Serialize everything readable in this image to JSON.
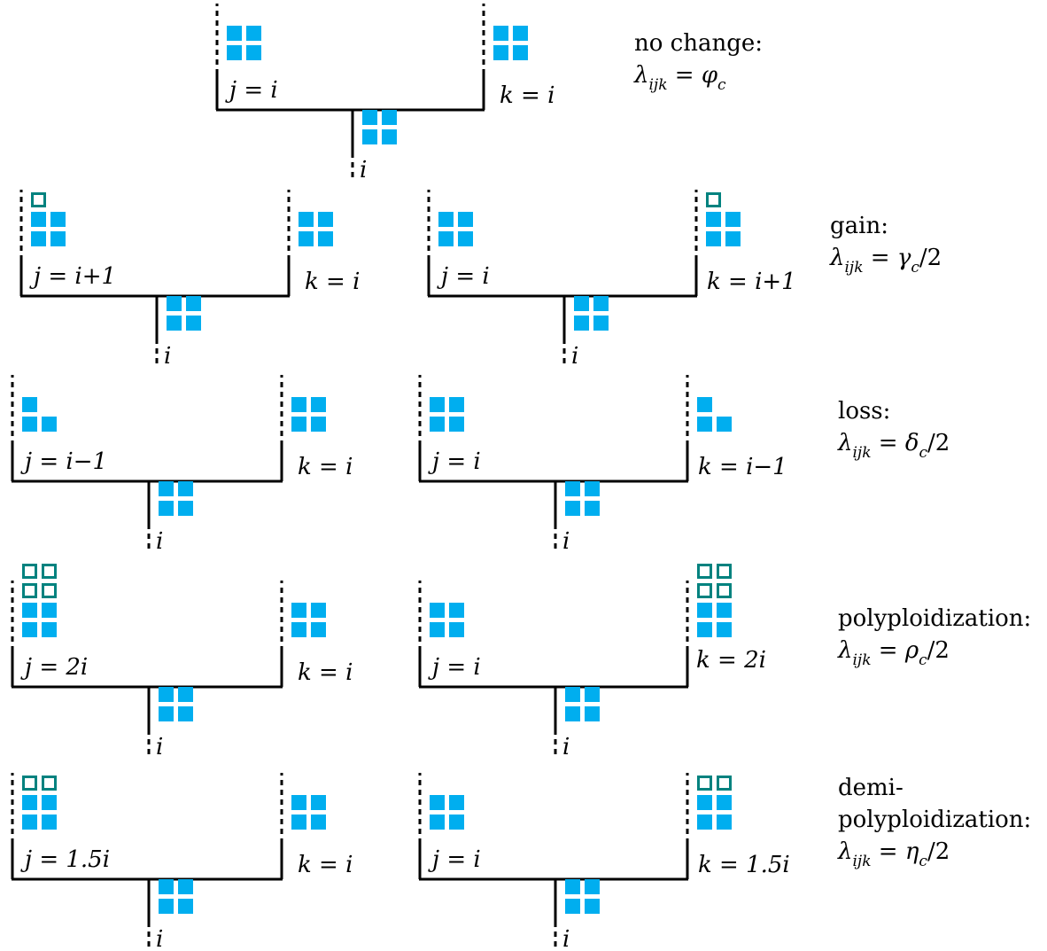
{
  "colors": {
    "chromosome": "#00AEEF",
    "added": "#00827F",
    "branch": "#000000"
  },
  "rows": [
    {
      "name": "no-change",
      "title_lines": [
        "no change:"
      ],
      "rate_lhs": "λ",
      "rate_sub": "ijk",
      "rate_rhs": " = φ",
      "rate_rhs_sub": "c",
      "rate_tail": "",
      "trees": [
        {
          "j_label": "j = i",
          "k_label": "k = i",
          "i_label": "i",
          "j_filled": 4,
          "j_added": 0,
          "k_filled": 4,
          "k_added": 0
        }
      ]
    },
    {
      "name": "gain",
      "title_lines": [
        "gain:"
      ],
      "rate_lhs": "λ",
      "rate_sub": "ijk",
      "rate_rhs": " = γ",
      "rate_rhs_sub": "c",
      "rate_tail": "/2",
      "trees": [
        {
          "j_label": "j = i+1",
          "k_label": "k = i",
          "i_label": "i",
          "j_filled": 4,
          "j_added": 1,
          "k_filled": 4,
          "k_added": 0
        },
        {
          "j_label": "j = i",
          "k_label": "k = i+1",
          "i_label": "i",
          "j_filled": 4,
          "j_added": 0,
          "k_filled": 4,
          "k_added": 1
        }
      ]
    },
    {
      "name": "loss",
      "title_lines": [
        "loss:"
      ],
      "rate_lhs": "λ",
      "rate_sub": "ijk",
      "rate_rhs": " = δ",
      "rate_rhs_sub": "c",
      "rate_tail": "/2",
      "trees": [
        {
          "j_label": "j = i−1",
          "k_label": "k = i",
          "i_label": "i",
          "j_filled": 3,
          "j_added": 0,
          "k_filled": 4,
          "k_added": 0
        },
        {
          "j_label": "j = i",
          "k_label": "k = i−1",
          "i_label": "i",
          "j_filled": 4,
          "j_added": 0,
          "k_filled": 3,
          "k_added": 0
        }
      ]
    },
    {
      "name": "polyploidization",
      "title_lines": [
        "polyploidization:"
      ],
      "rate_lhs": "λ",
      "rate_sub": "ijk",
      "rate_rhs": " = ρ",
      "rate_rhs_sub": "c",
      "rate_tail": "/2",
      "trees": [
        {
          "j_label": "j = 2i",
          "k_label": "k = i",
          "i_label": "i",
          "j_filled": 4,
          "j_added": 4,
          "k_filled": 4,
          "k_added": 0
        },
        {
          "j_label": "j = i",
          "k_label": "k = 2i",
          "i_label": "i",
          "j_filled": 4,
          "j_added": 0,
          "k_filled": 4,
          "k_added": 4
        }
      ]
    },
    {
      "name": "demi-polyploidization",
      "title_lines": [
        "demi-",
        "polyploidization:"
      ],
      "rate_lhs": "λ",
      "rate_sub": "ijk",
      "rate_rhs": " = η",
      "rate_rhs_sub": "c",
      "rate_tail": "/2",
      "trees": [
        {
          "j_label": "j = 1.5i",
          "k_label": "k = i",
          "i_label": "i",
          "j_filled": 4,
          "j_added": 2,
          "k_filled": 4,
          "k_added": 0
        },
        {
          "j_label": "j = i",
          "k_label": "k = 1.5i",
          "i_label": "i",
          "j_filled": 4,
          "j_added": 0,
          "k_filled": 4,
          "k_added": 2
        }
      ]
    }
  ]
}
